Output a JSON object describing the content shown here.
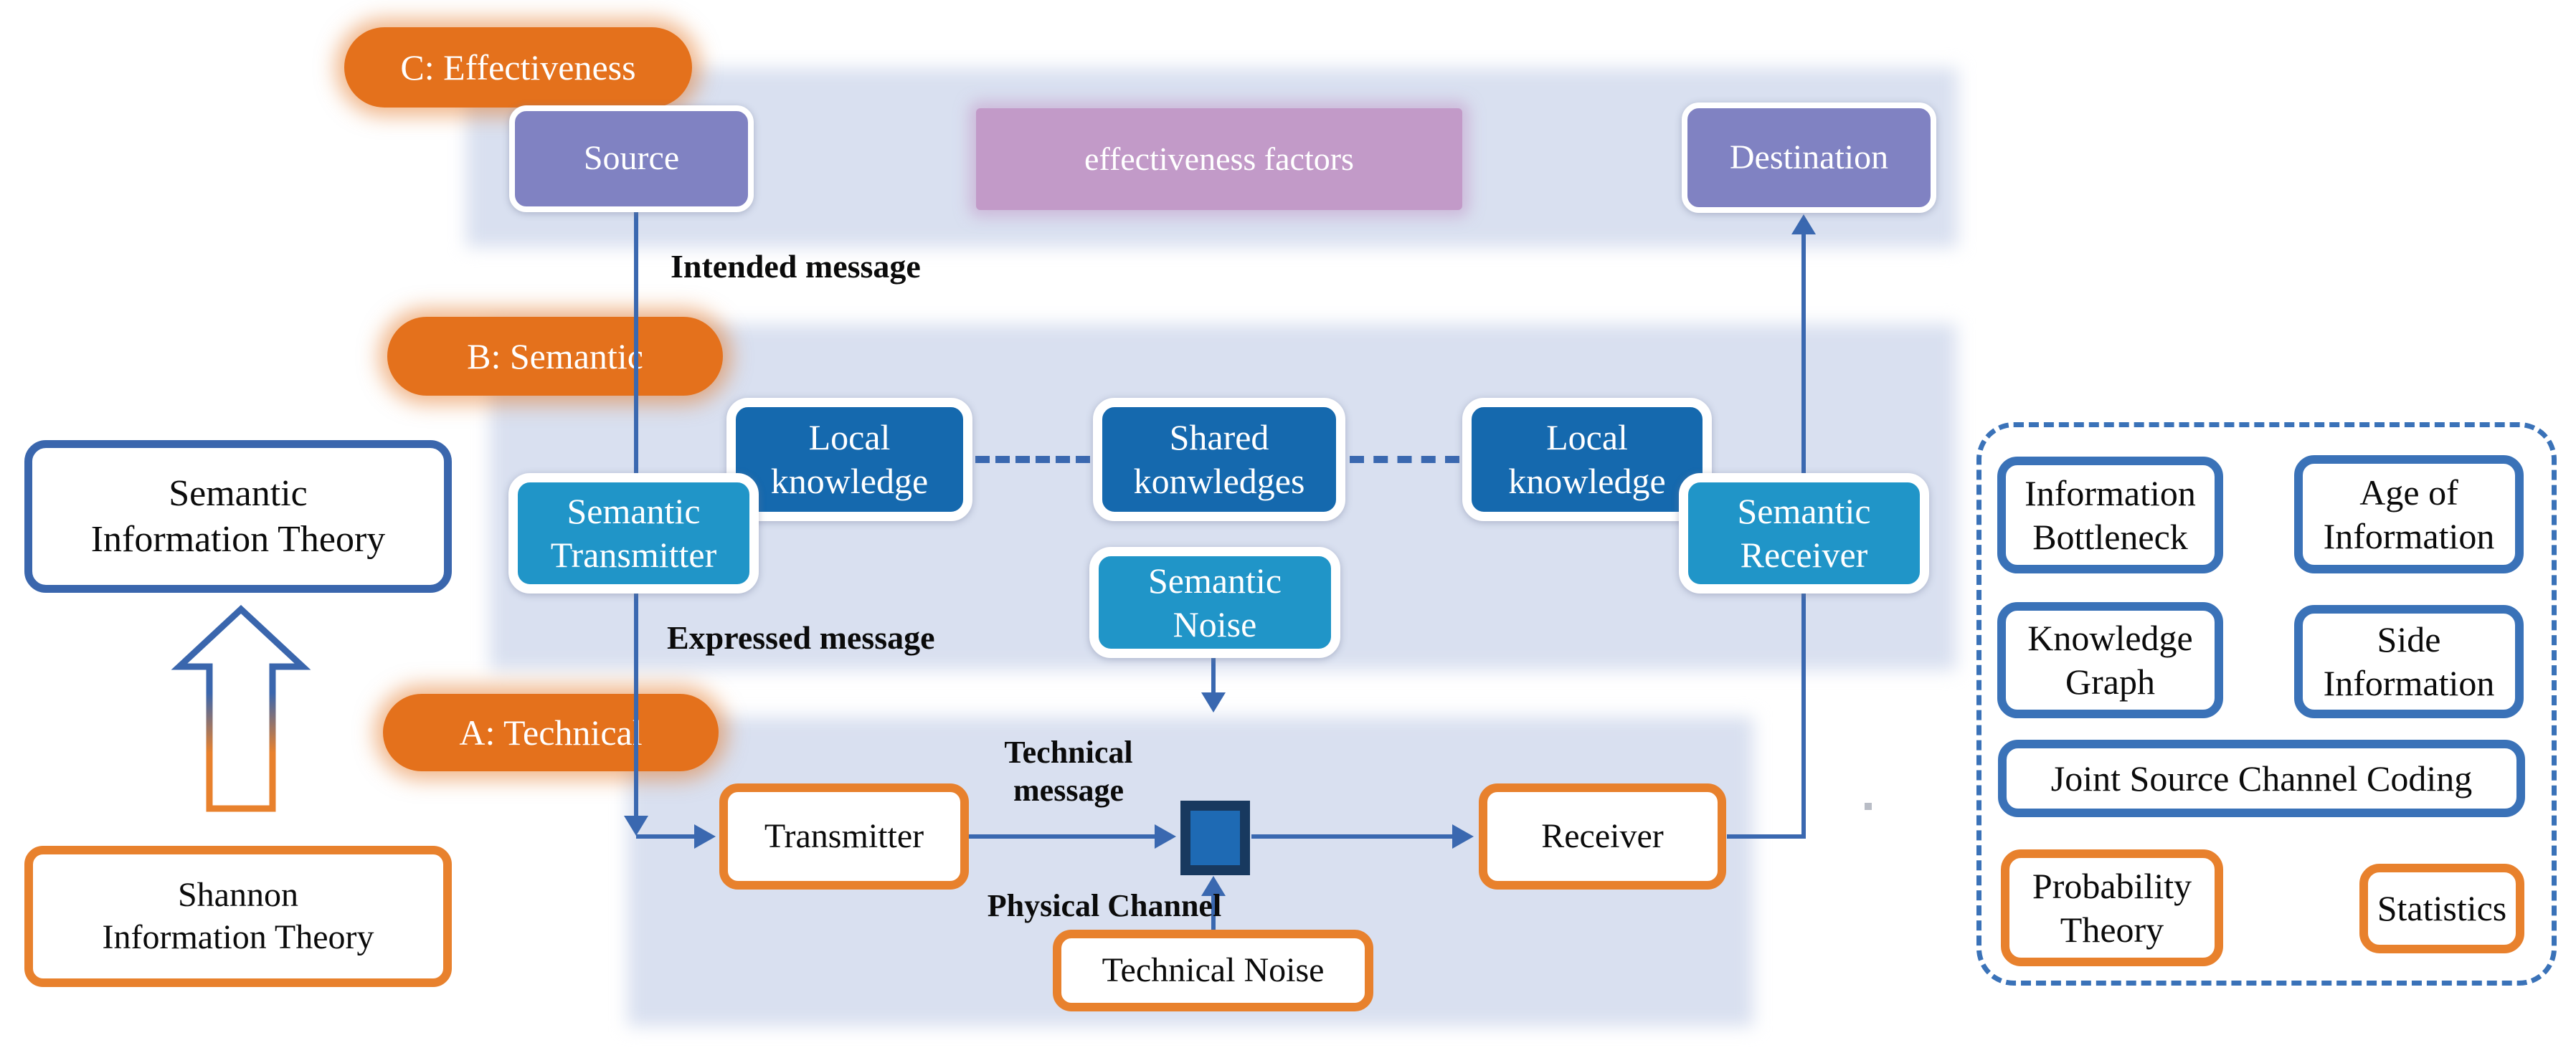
{
  "diagram_title": "Three levels of communication: technical, semantic, effectiveness",
  "colors": {
    "level_pill_orange": "#E4711C",
    "band_lavender": "#D9E0F0",
    "node_purple": "#8082C2",
    "node_mauve": "#C29AC8",
    "knowledge_dark_blue": "#1569AE",
    "semantic_light_blue": "#2095C8",
    "connector_blue": "#3A68B0",
    "channel_fill": "#1E6AB4",
    "channel_border": "#18395F",
    "outline_orange": "#E8812D",
    "outline_blue": "#3A72B8"
  },
  "levels": {
    "c": {
      "pill": "C: Effectiveness"
    },
    "b": {
      "pill": "B: Semantic"
    },
    "a": {
      "pill": "A: Technical"
    }
  },
  "nodes": {
    "source": {
      "label": [
        "Source"
      ]
    },
    "effectiveness_factors": {
      "label": [
        "effectiveness factors"
      ]
    },
    "destination": {
      "label": [
        "Destination"
      ]
    },
    "local_knowledge_left": {
      "label": [
        "Local",
        "knowledge"
      ]
    },
    "shared_knowledge": {
      "label": [
        "Shared",
        "konwledges"
      ]
    },
    "local_knowledge_right": {
      "label": [
        "Local",
        "knowledge"
      ]
    },
    "semantic_transmitter": {
      "label": [
        "Semantic",
        "Transmitter"
      ]
    },
    "semantic_receiver": {
      "label": [
        "Semantic",
        "Receiver"
      ]
    },
    "semantic_noise": {
      "label": [
        "Semantic",
        "Noise"
      ]
    },
    "transmitter": {
      "label": [
        "Transmitter"
      ]
    },
    "receiver": {
      "label": [
        "Receiver"
      ]
    },
    "technical_noise": {
      "label": [
        "Technical Noise"
      ]
    }
  },
  "edge_labels": {
    "intended_message": "Intended message",
    "expressed_message": "Expressed message",
    "technical_message": [
      "Technical",
      "message"
    ],
    "physical_channel": "Physical Channel"
  },
  "left_column": {
    "semantic_theory": {
      "label": [
        "Semantic",
        "Information Theory"
      ]
    },
    "shannon_theory": {
      "label": [
        "Shannon",
        "Information Theory"
      ]
    }
  },
  "toolbox": {
    "information_bottleneck": {
      "label": [
        "Information",
        "Bottleneck"
      ]
    },
    "age_of_information": {
      "label": [
        "Age of",
        "Information"
      ]
    },
    "knowledge_graph": {
      "label": [
        "Knowledge",
        "Graph"
      ]
    },
    "side_information": {
      "label": [
        "Side",
        "Information"
      ]
    },
    "joint_source_channel_coding": {
      "label": [
        "Joint Source Channel Coding"
      ]
    },
    "probability_theory": {
      "label": [
        "Probability",
        "Theory"
      ]
    },
    "statistics": {
      "label": [
        "Statistics"
      ]
    }
  }
}
